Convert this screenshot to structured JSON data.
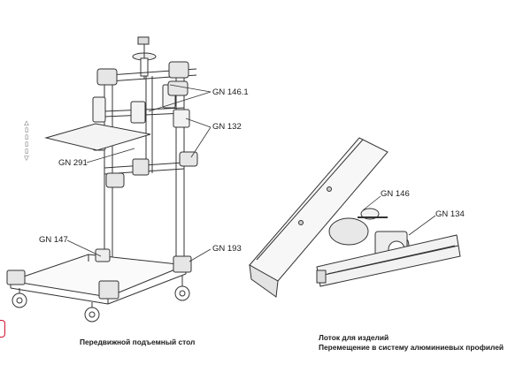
{
  "labels": {
    "gn_146_1": "GN 146.1",
    "gn_132": "GN 132",
    "gn_291": "GN 291",
    "gn_147": "GN 147",
    "gn_193": "GN 193",
    "gn_146": "GN 146",
    "gn_134": "GN 134"
  },
  "captions": {
    "left": "Передвижной подъемный стол",
    "right_line1": "Лоток для изделий",
    "right_line2": "Перемещение в систему алюминиевых профилей"
  },
  "colors": {
    "line": "#333333",
    "fill": "#ffffff",
    "shade": "#d9d9d9",
    "accent_red": "#d0102a"
  }
}
